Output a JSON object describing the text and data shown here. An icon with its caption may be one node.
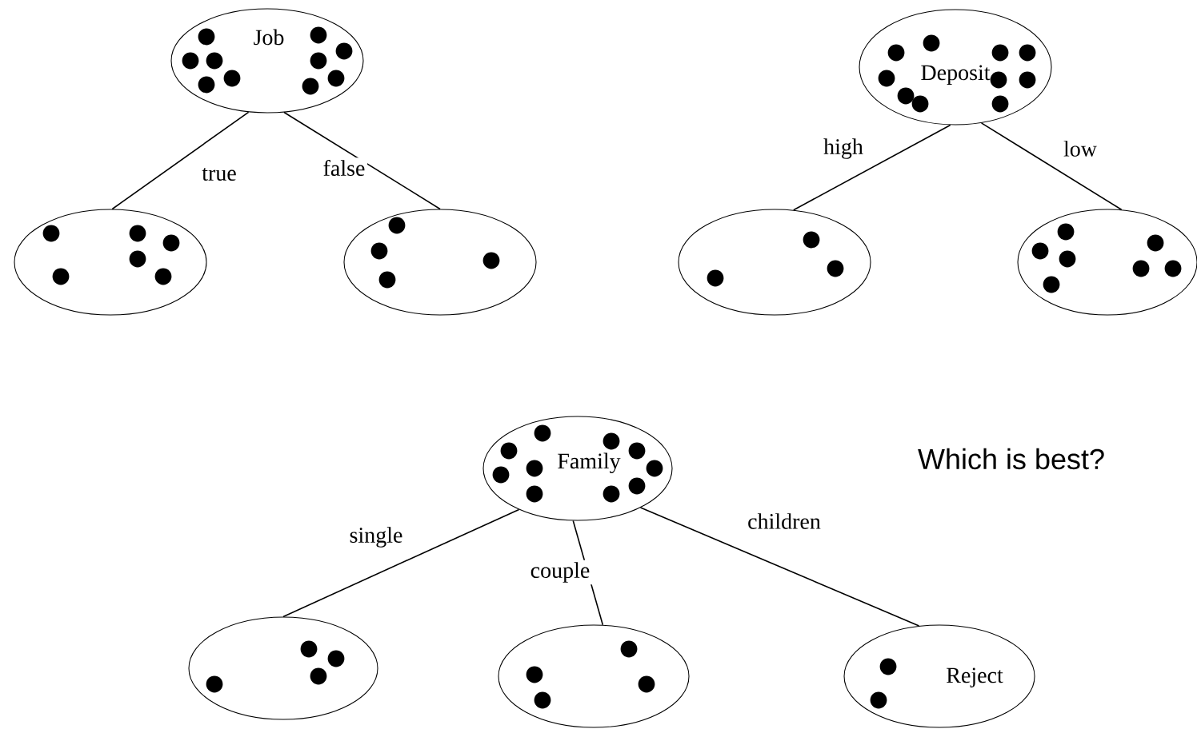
{
  "diagram": {
    "nodes": [
      {
        "text": [
          "Job"
        ]
      },
      {
        "text": [],
        "shape": "ellipse"
      },
      {
        "text": [],
        "shape": "ellipse"
      },
      {
        "text": [
          "Deposit"
        ]
      },
      {
        "text": [],
        "shape": "ellipse"
      },
      {
        "text": [],
        "shape": "ellipse"
      },
      {
        "text": [
          "Family"
        ]
      },
      {
        "text": [],
        "shape": "ellipse"
      },
      {
        "text": [],
        "shape": "ellipse"
      },
      {
        "text": [
          "Reject"
        ]
      }
    ],
    "edges": [
      {
        "from": 0,
        "to": 1,
        "arrow": "none",
        "label": "true"
      },
      {
        "from": 0,
        "to": 2,
        "arrow": "none",
        "label": "false"
      },
      {
        "from": 3,
        "to": 4,
        "arrow": "none",
        "label": "high"
      },
      {
        "from": 3,
        "to": 5,
        "arrow": "none",
        "label": "low"
      },
      {
        "from": 6,
        "to": 7,
        "arrow": "none",
        "label": "single"
      },
      {
        "from": 6,
        "to": 8,
        "arrow": "none",
        "label": "couple"
      },
      {
        "from": 6,
        "to": 9,
        "arrow": "none",
        "label": "children"
      }
    ],
    "labels": [
      "Which is best?"
    ]
  }
}
